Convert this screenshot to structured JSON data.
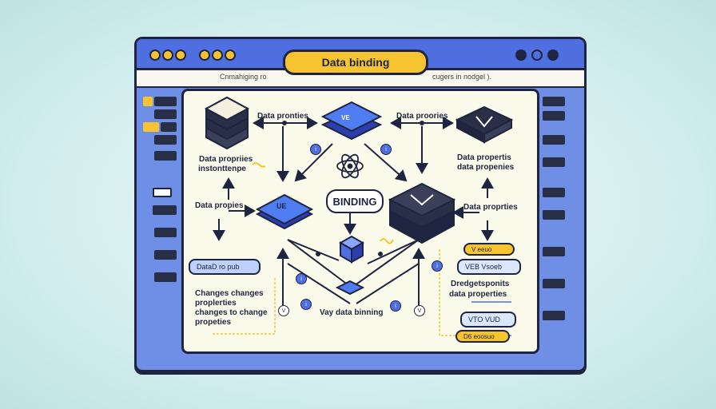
{
  "window": {
    "title": "Data binding",
    "url_left": "Cnmahiging ro",
    "url_right": "cugers in nodgel )."
  },
  "diagram": {
    "top_left_label": "Data pronties",
    "top_right_label": "Data proories",
    "cube_v_top": "VE",
    "cube_v_mid": "UE",
    "left_caption_1": "Data propriies",
    "left_caption_2": "instonttenpe",
    "right_caption_1": "Data propertis",
    "right_caption_2": "data propenies",
    "left_mid_label": "Data propies",
    "right_mid_label": "Data proprties",
    "center_label": "BINDING",
    "bottom_label": "Vay data binning",
    "left_chip": "DataD ro pub",
    "left_list": [
      "Changes changes",
      "proplerties",
      "changes to change",
      "propeties"
    ],
    "right_chip_1": "V eeuo",
    "right_chip_2": "VEB Vsoeb",
    "right_list": [
      "Dredgetsponits",
      "data properties"
    ],
    "right_chip_3": "VTO VUD",
    "right_chip_4": "D6 eoosuo",
    "badges": [
      "i",
      "i",
      "i",
      "i",
      "i",
      "i",
      "V",
      "V"
    ]
  },
  "colors": {
    "accent": "#4f6fe0",
    "highlight": "#f6c431",
    "ink": "#1f2540",
    "panel": "#fbfbeb"
  }
}
